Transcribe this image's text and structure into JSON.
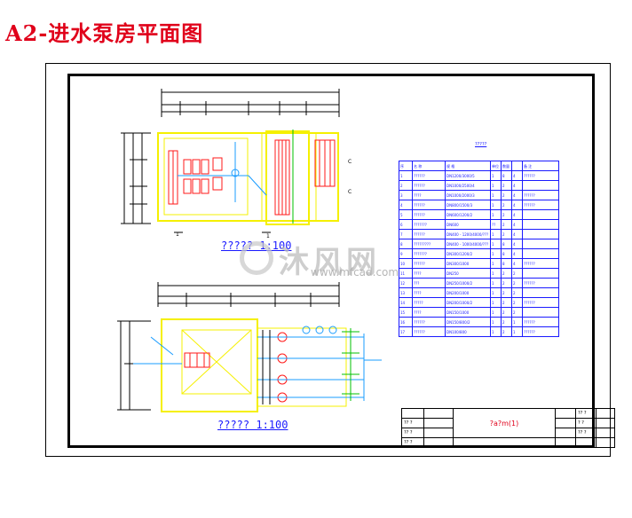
{
  "page_title": "A2-进水泵房平面图",
  "drawing": {
    "upper_scale_label": "????? 1:100",
    "lower_scale_label": "????? 1:100"
  },
  "watermark": {
    "text_cn": "沐风网",
    "text_en": "www.mfcad.com"
  },
  "equipment_table": {
    "title": "?????",
    "headers": [
      "序",
      "名 称",
      "规 格",
      "单位",
      "数量",
      "备 注"
    ],
    "rows": [
      [
        "1",
        "??????",
        "DN1200/3000/5",
        "1",
        "8",
        "4",
        "??????"
      ],
      [
        "2",
        "??????",
        "DN1000/2500/4",
        "1",
        "2",
        "4",
        ""
      ],
      [
        "3",
        "????",
        "DN1000/2000/3",
        "1",
        "2",
        "4",
        "??????"
      ],
      [
        "4",
        "??????",
        "DN800/1500/3",
        "1",
        "2",
        "4",
        "??????"
      ],
      [
        "5",
        "??????",
        "DN600/1200/2",
        "1",
        "2",
        "4",
        ""
      ],
      [
        "6",
        "???????",
        "DN600",
        "??",
        "2",
        "4",
        ""
      ],
      [
        "7",
        "??????",
        "DN400 - 1200/4000/???",
        "1",
        "2",
        "4",
        ""
      ],
      [
        "8",
        "?????????",
        "DN400 - 1000/4000/???",
        "1",
        "8",
        "4",
        ""
      ],
      [
        "9",
        "???????",
        "DN300/1200/2",
        "1",
        "8",
        "4",
        ""
      ],
      [
        "10",
        "??????",
        "DN300/1000",
        "1",
        "8",
        "4",
        "??????"
      ],
      [
        "11",
        "????",
        "DN250",
        "1",
        "2",
        "2",
        ""
      ],
      [
        "12",
        "???",
        "DN250/1000/2",
        "1",
        "2",
        "2",
        "??????"
      ],
      [
        "13",
        "????",
        "DN200/1000",
        "1",
        "2",
        "2",
        ""
      ],
      [
        "14",
        "?????",
        "DN200/1000/2",
        "1",
        "2",
        "2",
        "??????"
      ],
      [
        "15",
        "????",
        "DN150/1000",
        "1",
        "2",
        "2",
        ""
      ],
      [
        "16",
        "??????",
        "DN150/800/2",
        "1",
        "2",
        "1",
        "??????"
      ],
      [
        "17",
        "??????",
        "DN100/800",
        "1",
        "2",
        "1",
        "??????"
      ]
    ]
  },
  "title_block": {
    "drawing_name": "?a?m(1)",
    "labels": [
      "?? ?",
      "?? ?",
      "? ?",
      "?? ?",
      "?? ?",
      "?? ?"
    ]
  },
  "colors": {
    "frame": "#000000",
    "wall": "#f5f000",
    "pipe": "#1a9cff",
    "equipment": "#ff1a1a",
    "text_blue": "#1a1aff",
    "dim": "#000000",
    "green": "#00c000",
    "title_red": "#e0001a"
  }
}
